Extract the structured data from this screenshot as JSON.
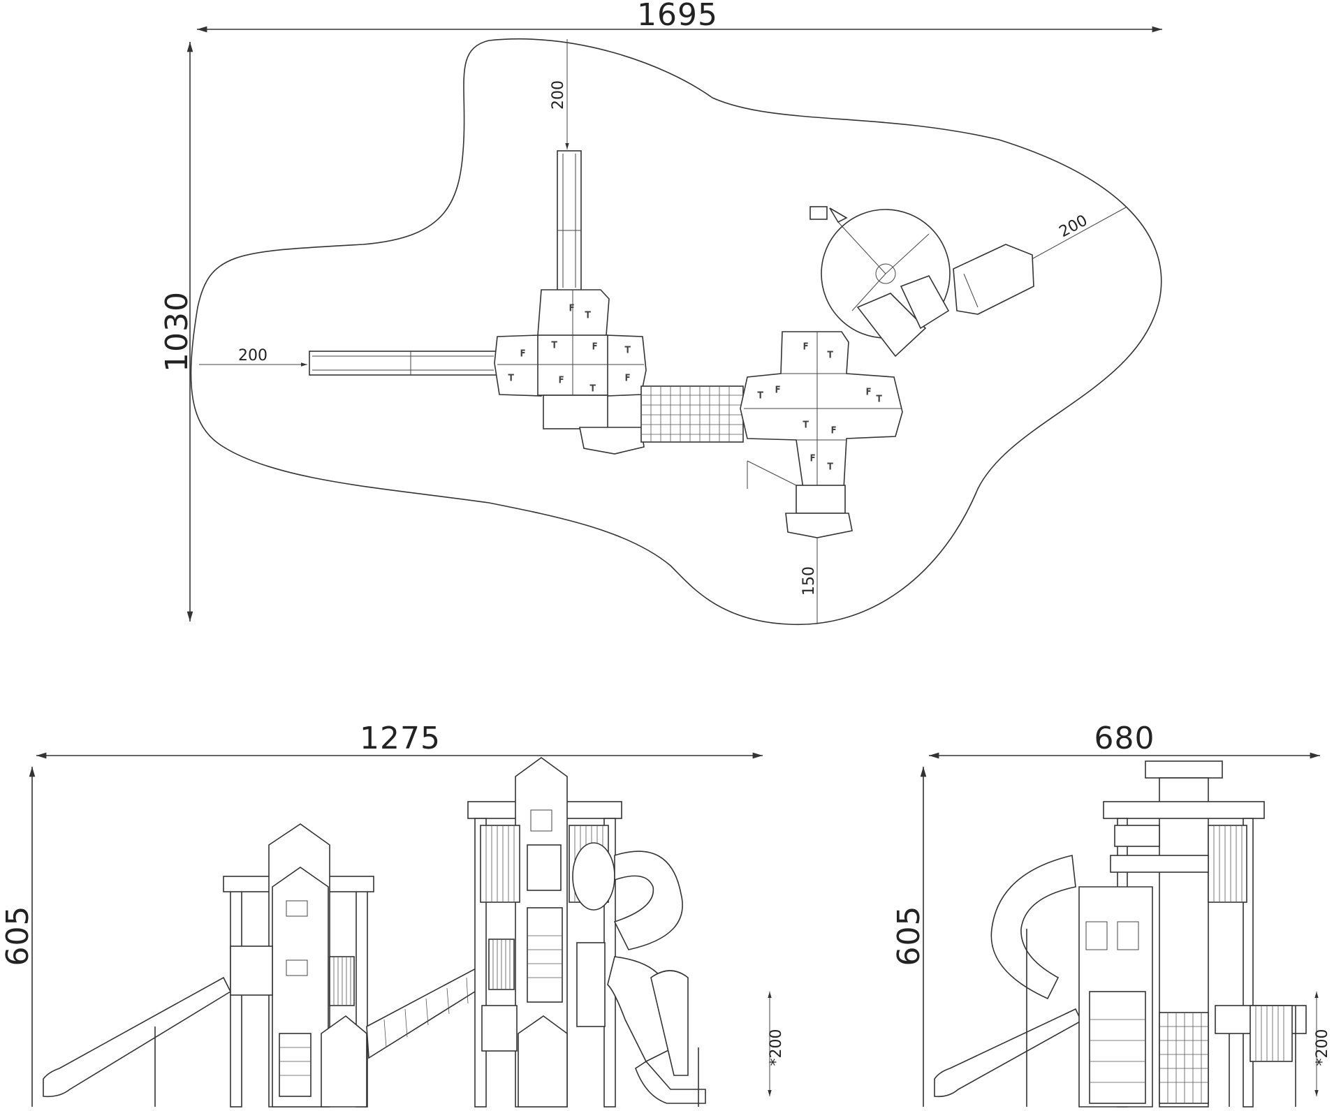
{
  "plan_view": {
    "width_label": "1695",
    "depth_label": "1030",
    "clearance_top": "200",
    "clearance_left": "200",
    "clearance_right": "200",
    "clearance_bottom": "150"
  },
  "front_elevation": {
    "width_label": "1275",
    "height_label": "605",
    "fall_height_label": "*200"
  },
  "side_elevation": {
    "width_label": "680",
    "height_label": "605",
    "fall_height_label": "*200"
  }
}
